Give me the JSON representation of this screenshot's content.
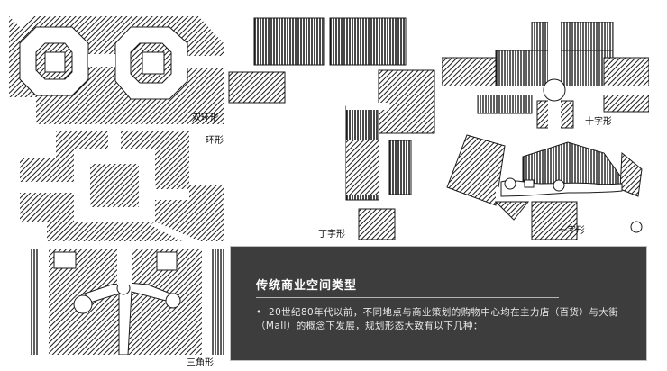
{
  "panels": {
    "double_ring": {
      "label": "双环形"
    },
    "ring": {
      "label": "环形"
    },
    "t_shape": {
      "label": "丁字形"
    },
    "cross": {
      "label": "十字形"
    },
    "linear": {
      "label": "一字形"
    },
    "triangle": {
      "label": "三角形"
    }
  },
  "info": {
    "title": "传统商业空间类型",
    "bullet": "•",
    "text": "20世纪80年代以前，不同地点与商业策划的购物中心均在主力店（百货）与大街（Mall）的概念下发展，规划形态大致有以下几种："
  },
  "colors": {
    "box_bg": "#3d3d3d",
    "ink": "#1a1a1a"
  }
}
